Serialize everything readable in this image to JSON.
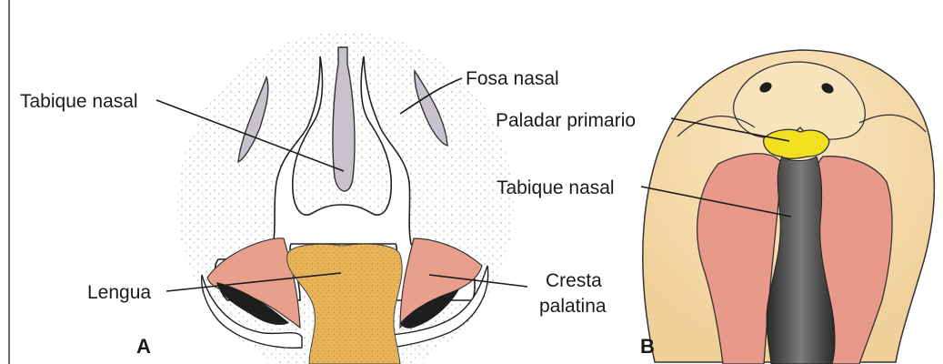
{
  "panels": [
    {
      "letter": "A",
      "labels": {
        "tabique_nasal": "Tabique nasal",
        "fosa_nasal": "Fosa nasal",
        "lengua": "Lengua",
        "cresta_line1": "Cresta",
        "cresta_line2": "palatina"
      }
    },
    {
      "letter": "B",
      "labels": {
        "paladar_primario": "Paladar primario",
        "tabique_nasal": "Tabique nasal"
      }
    }
  ],
  "colors": {
    "septum": "#c8c2cc",
    "tongue": "#e8b45a",
    "palatal_shelf": "#e8a08c",
    "primary_palate": "#f0e020",
    "face_skin": "#f6dcae",
    "shelf_b": "#e8998a",
    "dark": "#1e1e1e"
  }
}
